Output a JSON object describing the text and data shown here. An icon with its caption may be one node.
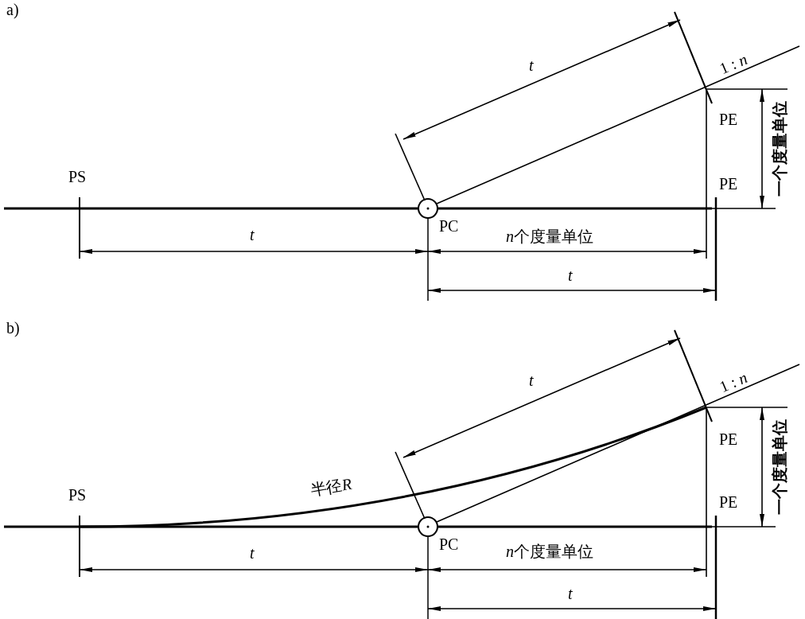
{
  "diagram": {
    "labels": [
      "a)",
      "t",
      "1 : *n*",
      "PE",
      "PS",
      "PE",
      "一个度量单位",
      "PC",
      "t",
      "n个度量单位",
      "t",
      "b)",
      "t",
      "1 : *n*",
      "PE",
      "半径R",
      "PS",
      "PE",
      "一个度量单位",
      "PC",
      "t",
      "n个度量单位",
      "t"
    ]
  }
}
